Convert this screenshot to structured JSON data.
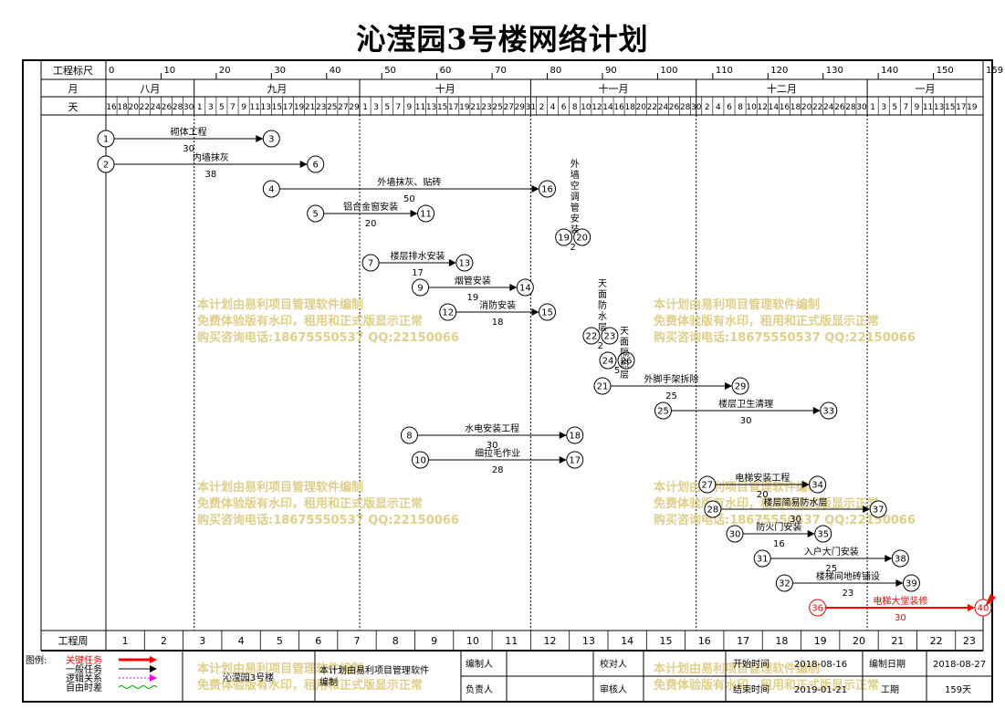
{
  "title": "沁滢园3号楼网络计划",
  "header": {
    "ruler_label": "工程标尺",
    "month_label": "月",
    "day_label": "天",
    "week_label": "工程周"
  },
  "chart_data": {
    "type": "network-schedule",
    "total_days": 159,
    "ruler_ticks": [
      0,
      10,
      20,
      30,
      40,
      50,
      60,
      70,
      80,
      90,
      100,
      110,
      120,
      130,
      140,
      150,
      159
    ],
    "months": [
      {
        "label": "八月",
        "start": 0,
        "end": 16
      },
      {
        "label": "九月",
        "start": 16,
        "end": 46
      },
      {
        "label": "十月",
        "start": 46,
        "end": 77
      },
      {
        "label": "十一月",
        "start": 77,
        "end": 107
      },
      {
        "label": "十二月",
        "start": 107,
        "end": 138
      },
      {
        "label": "一月",
        "start": 138,
        "end": 159
      }
    ],
    "day_labels": [
      "16",
      "18",
      "20",
      "22",
      "24",
      "26",
      "28",
      "30",
      "1",
      "3",
      "5",
      "7",
      "9",
      "11",
      "13",
      "15",
      "17",
      "19",
      "21",
      "23",
      "25",
      "27",
      "29",
      "1",
      "3",
      "5",
      "7",
      "9",
      "11",
      "13",
      "15",
      "17",
      "19",
      "21",
      "23",
      "25",
      "27",
      "29",
      "31",
      "2",
      "4",
      "6",
      "8",
      "10",
      "12",
      "14",
      "16",
      "18",
      "20",
      "22",
      "24",
      "26",
      "28",
      "30",
      "2",
      "4",
      "6",
      "8",
      "10",
      "12",
      "14",
      "16",
      "18",
      "20",
      "22",
      "24",
      "26",
      "28",
      "30",
      "1",
      "3",
      "5",
      "7",
      "9",
      "11",
      "13",
      "15",
      "17",
      "19"
    ],
    "weeks": [
      "1",
      "2",
      "3",
      "4",
      "5",
      "6",
      "7",
      "8",
      "9",
      "10",
      "11",
      "12",
      "13",
      "14",
      "15",
      "16",
      "17",
      "18",
      "19",
      "20",
      "21",
      "22",
      "23"
    ],
    "tasks": [
      {
        "from": "1",
        "to": "3",
        "name": "砌体工程",
        "dur": "30",
        "start": 0,
        "end": 30,
        "critical": false
      },
      {
        "from": "2",
        "to": "6",
        "name": "内墙抹灰",
        "dur": "38",
        "start": 0,
        "end": 38,
        "critical": false
      },
      {
        "from": "4",
        "to": "16",
        "name": "外墙抹灰、贴砖",
        "dur": "50",
        "start": 30,
        "end": 80,
        "critical": false
      },
      {
        "from": "5",
        "to": "11",
        "name": "铝合金窗安装",
        "dur": "20",
        "start": 38,
        "end": 58,
        "critical": false
      },
      {
        "from": "7",
        "to": "13",
        "name": "楼层排水安装",
        "dur": "17",
        "start": 48,
        "end": 65,
        "critical": false
      },
      {
        "from": "9",
        "to": "14",
        "name": "烟管安装",
        "dur": "19",
        "start": 57,
        "end": 76,
        "critical": false
      },
      {
        "from": "12",
        "to": "15",
        "name": "消防安装",
        "dur": "18",
        "start": 62,
        "end": 80,
        "critical": false
      },
      {
        "from": "21",
        "to": "29",
        "name": "外脚手架拆除",
        "dur": "25",
        "start": 90,
        "end": 115,
        "critical": false
      },
      {
        "from": "25",
        "to": "33",
        "name": "楼层卫生清理",
        "dur": "30",
        "start": 101,
        "end": 131,
        "critical": false
      },
      {
        "from": "8",
        "to": "18",
        "name": "水电安装工程",
        "dur": "30",
        "start": 55,
        "end": 85,
        "critical": false
      },
      {
        "from": "10",
        "to": "17",
        "name": "细拉毛作业",
        "dur": "28",
        "start": 57,
        "end": 85,
        "critical": false
      },
      {
        "from": "27",
        "to": "34",
        "name": "电梯安装工程",
        "dur": "20",
        "start": 109,
        "end": 129,
        "critical": false
      },
      {
        "from": "28",
        "to": "37",
        "name": "楼层简易防水层",
        "dur": "30",
        "start": 110,
        "end": 140,
        "critical": false
      },
      {
        "from": "30",
        "to": "35",
        "name": "防火门安装",
        "dur": "16",
        "start": 114,
        "end": 130,
        "critical": false
      },
      {
        "from": "31",
        "to": "38",
        "name": "入户大门安装",
        "dur": "25",
        "start": 119,
        "end": 144,
        "critical": false
      },
      {
        "from": "32",
        "to": "39",
        "name": "楼梯间地砖铺设",
        "dur": "23",
        "start": 123,
        "end": 146,
        "critical": false
      },
      {
        "from": "36",
        "to": "40",
        "name": "电梯大堂装修",
        "dur": "30",
        "start": 129,
        "end": 159,
        "critical": true
      }
    ],
    "vertical_tasks": [
      {
        "from": "19",
        "to": "20",
        "name": "外墙空调管安装",
        "dur": "2"
      },
      {
        "from": "22",
        "to": "23",
        "name": "天面防水层",
        "dur": "2"
      },
      {
        "from": "24",
        "to": "26",
        "name": "天面隔热层",
        "dur": "5"
      }
    ]
  },
  "watermark": {
    "line1": "本计划由易利项目管理软件编制",
    "line2": "免费体验版有水印，租用和正式版显示正常",
    "line3": "购买咨询电话:18675550537 QQ:22150066"
  },
  "legend": {
    "title": "图例:",
    "items": [
      {
        "label": "关键任务",
        "color": "#ff0000"
      },
      {
        "label": "一般任务",
        "color": "#000000"
      },
      {
        "label": "逻辑关系",
        "color": "#ff00ff"
      },
      {
        "label": "自由时差",
        "color": "#00aa00"
      }
    ]
  },
  "footer": {
    "project_name": "沁滢园3号楼",
    "software": "本计划由易利项目管理软件",
    "software2": "编制",
    "editor_label": "编制人",
    "responsible_label": "负责人",
    "checker_label": "校对人",
    "reviewer_label": "审核人",
    "start_label": "开始时间",
    "start_value": "2018-08-16",
    "end_label": "结束时间",
    "end_value": "2019-01-21",
    "date_label": "编制日期",
    "date_value": "2018-08-27",
    "duration_label": "工期",
    "duration_value": "159天"
  }
}
